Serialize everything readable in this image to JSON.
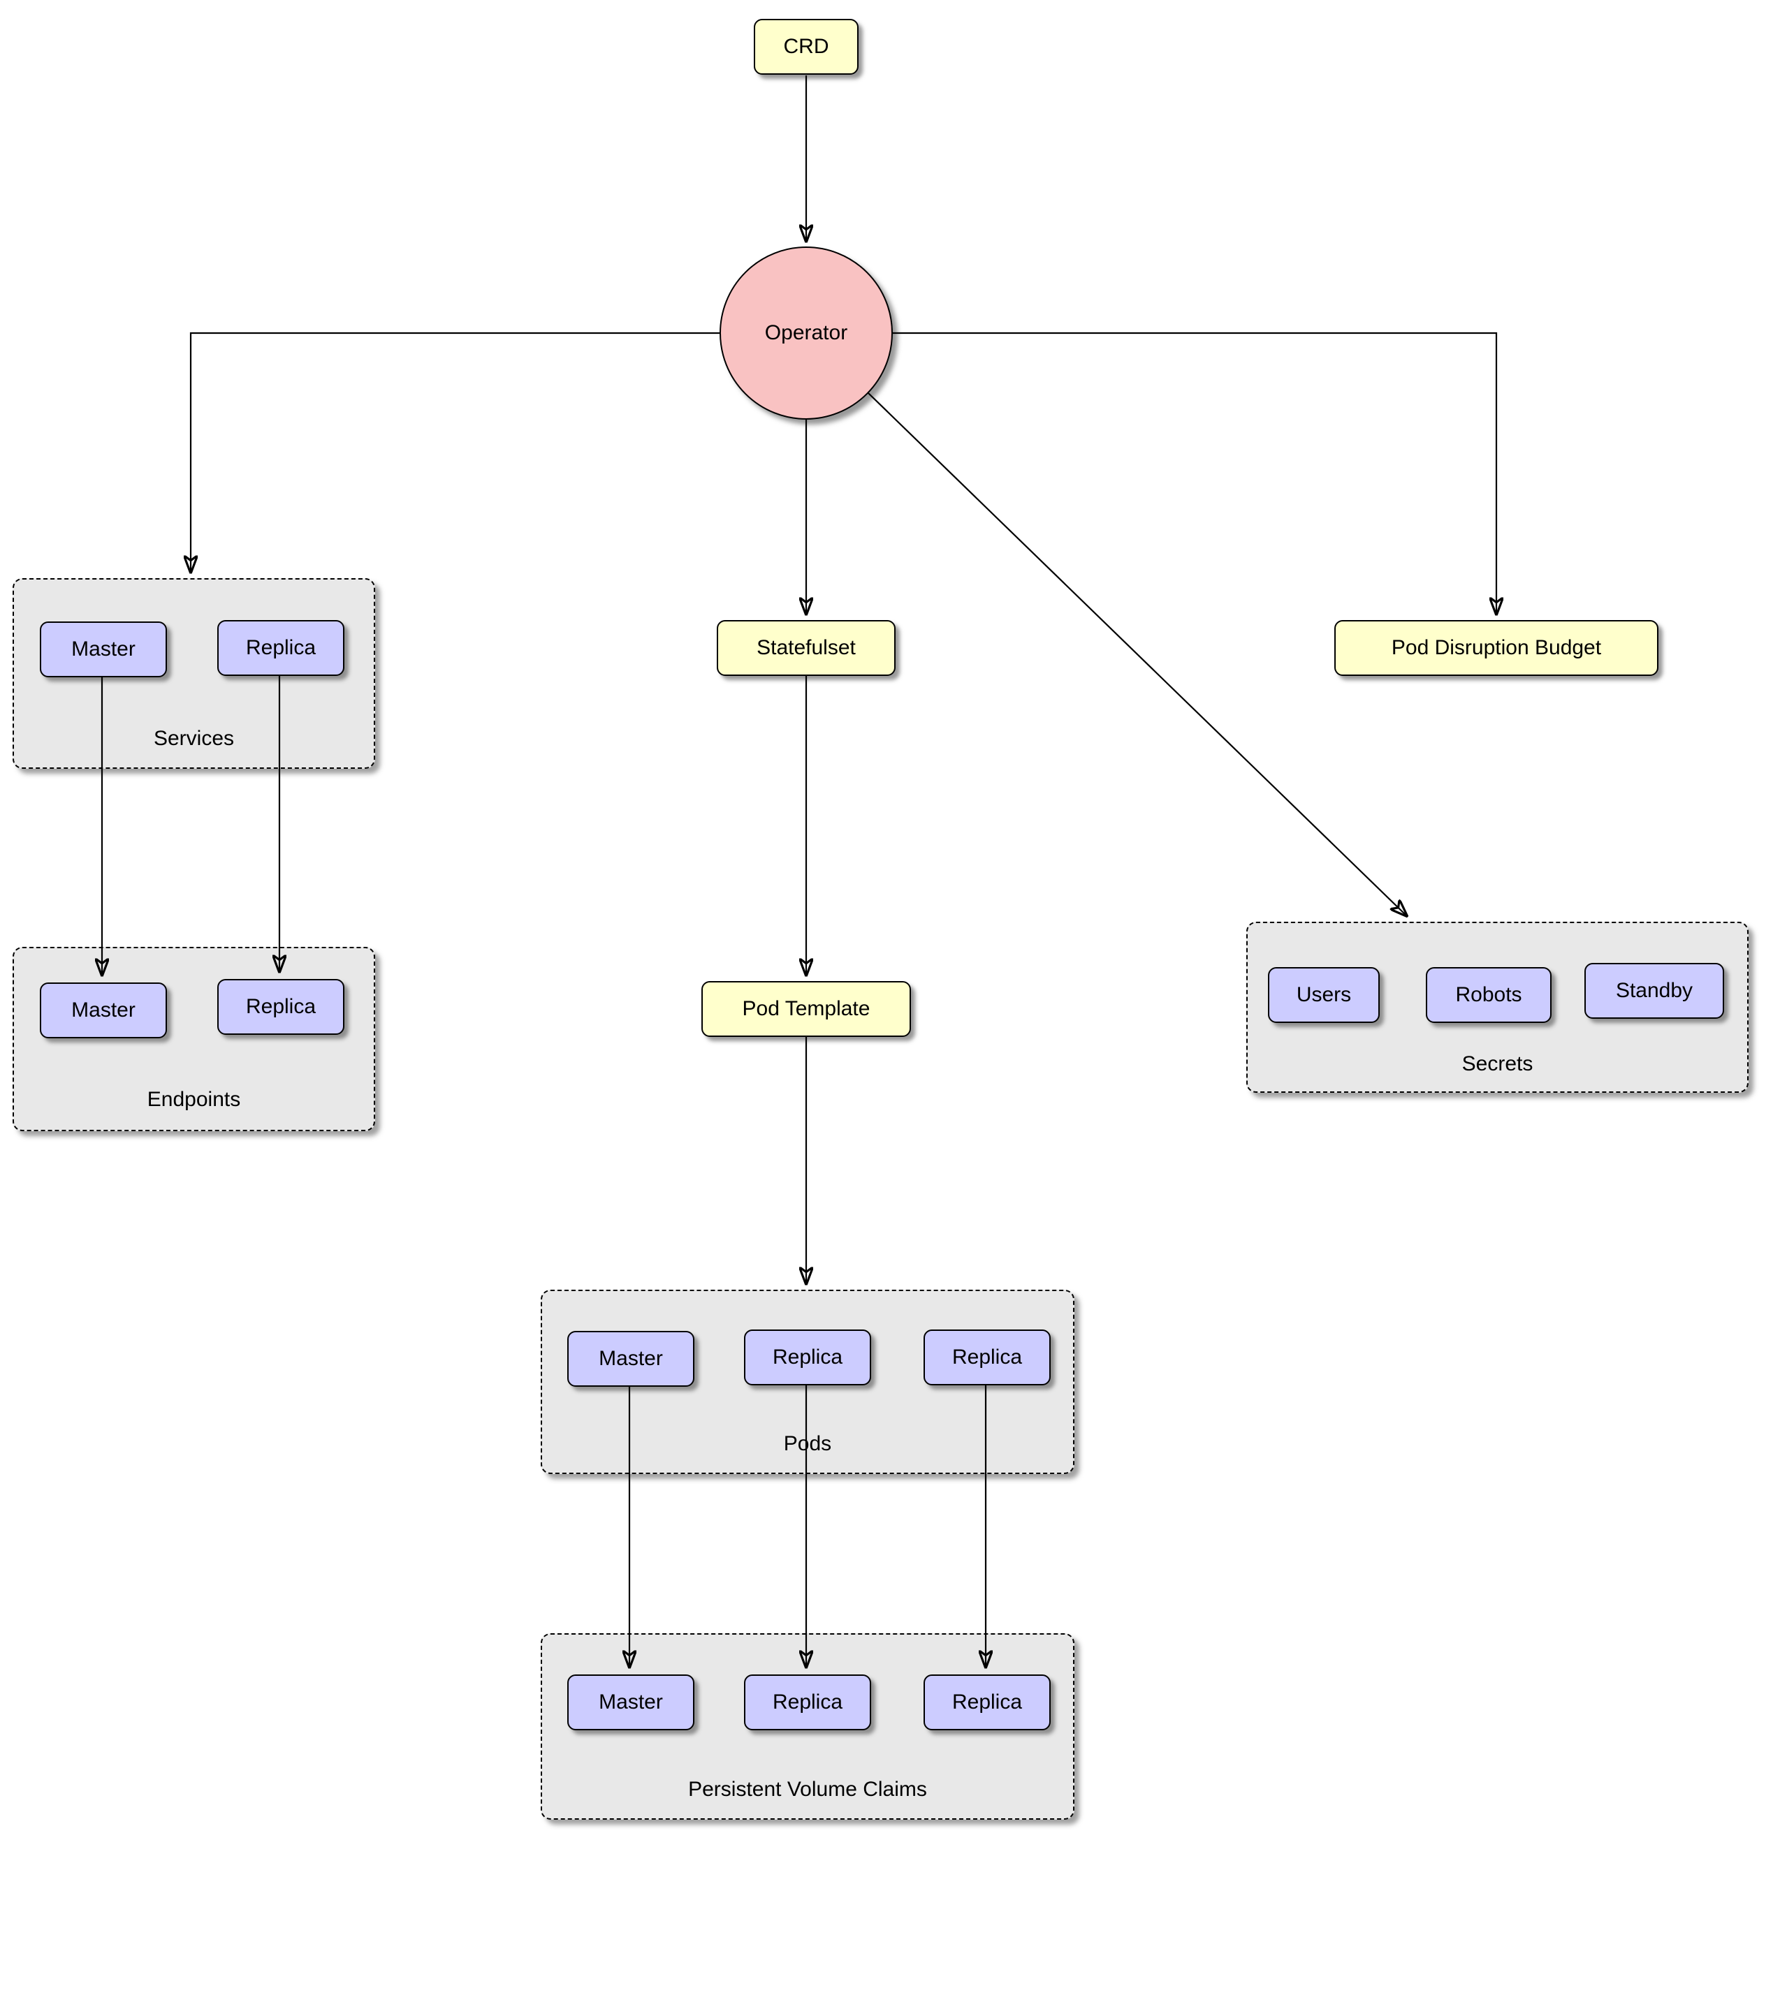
{
  "nodes": {
    "crd": {
      "label": "CRD"
    },
    "operator": {
      "label": "Operator"
    },
    "statefulset": {
      "label": "Statefulset"
    },
    "pod_template": {
      "label": "Pod Template"
    },
    "pod_disruption_budget": {
      "label": "Pod Disruption Budget"
    }
  },
  "groups": {
    "services": {
      "label": "Services",
      "items": [
        {
          "label": "Master"
        },
        {
          "label": "Replica"
        }
      ]
    },
    "endpoints": {
      "label": "Endpoints",
      "items": [
        {
          "label": "Master"
        },
        {
          "label": "Replica"
        }
      ]
    },
    "pods": {
      "label": "Pods",
      "items": [
        {
          "label": "Master"
        },
        {
          "label": "Replica"
        },
        {
          "label": "Replica"
        }
      ]
    },
    "persistent_volume_claims": {
      "label": "Persistent Volume Claims",
      "items": [
        {
          "label": "Master"
        },
        {
          "label": "Replica"
        },
        {
          "label": "Replica"
        }
      ]
    },
    "secrets": {
      "label": "Secrets",
      "items": [
        {
          "label": "Users"
        },
        {
          "label": "Robots"
        },
        {
          "label": "Standby"
        }
      ]
    }
  },
  "colors": {
    "yellow_node_fill": "#FFFFCC",
    "blue_node_fill": "#CCCCFF",
    "operator_fill": "#F9C2C2",
    "group_fill": "#E8E8E8",
    "edge": "#000000"
  }
}
